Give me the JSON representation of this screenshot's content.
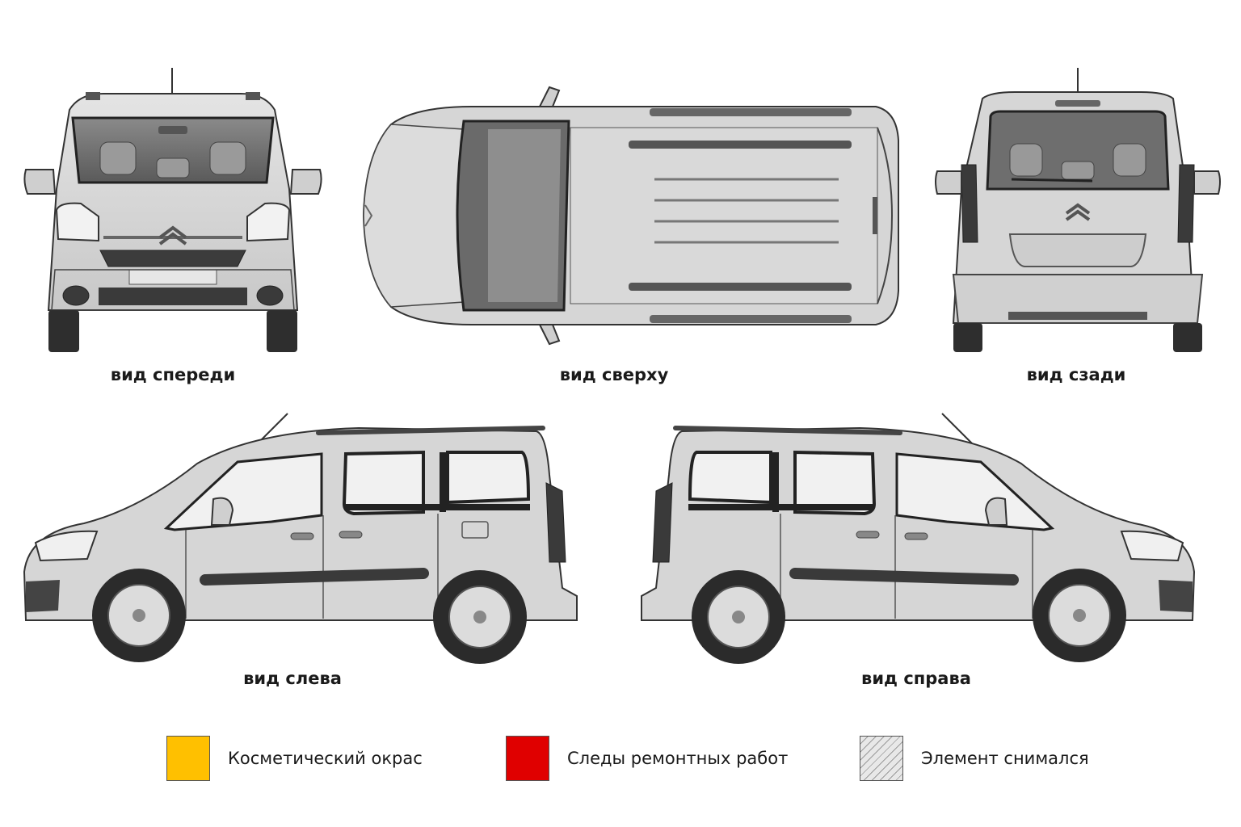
{
  "views": {
    "front": {
      "label": "вид спереди"
    },
    "top": {
      "label": "вид сверху"
    },
    "rear": {
      "label": "вид сзади"
    },
    "left": {
      "label": "вид слева"
    },
    "right": {
      "label": "вид справа"
    }
  },
  "legend": [
    {
      "label": "Косметический окрас",
      "color": "#FFC000",
      "pattern": "solid"
    },
    {
      "label": "Следы ремонтных работ",
      "color": "#E00000",
      "pattern": "solid"
    },
    {
      "label": "Элемент снимался",
      "color": "#E8E8E8",
      "pattern": "hatched"
    }
  ],
  "colors": {
    "body": "#d6d6d6",
    "glass": "#7a7a7a",
    "trim": "#3a3a3a",
    "outline": "#333333"
  }
}
